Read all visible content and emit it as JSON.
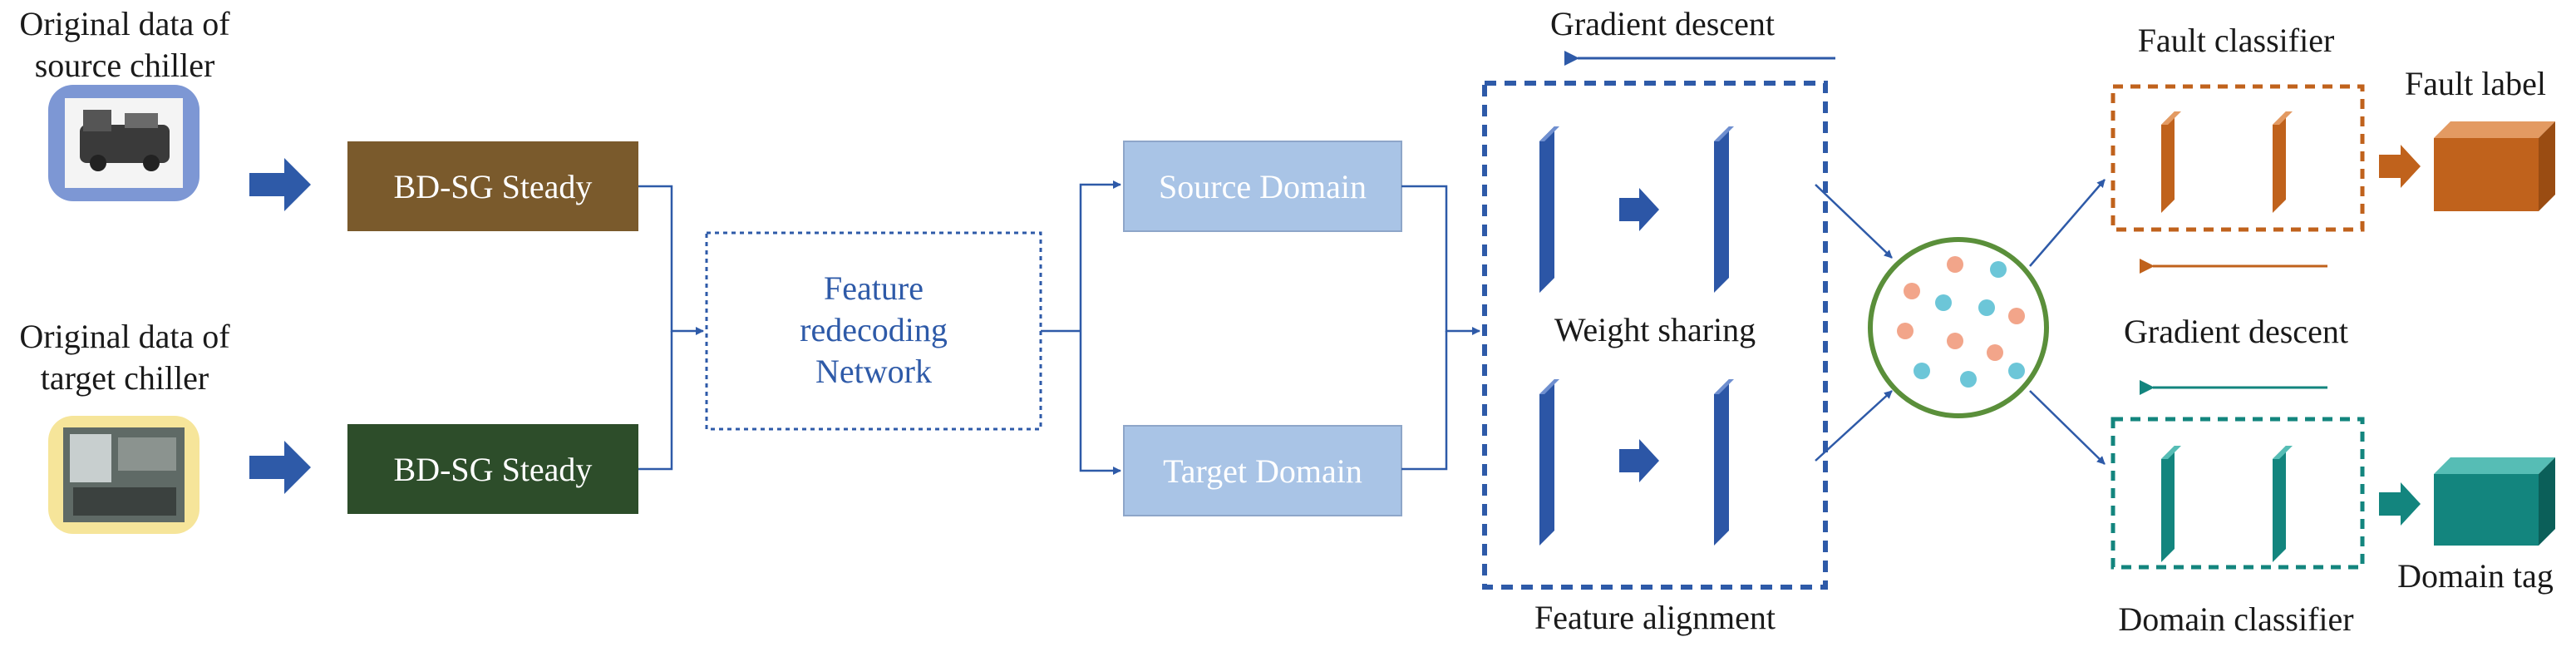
{
  "inputs": {
    "source_label_line1": "Original data of",
    "source_label_line2": "source chiller",
    "target_label_line1": "Original data of",
    "target_label_line2": "target chiller"
  },
  "preprocess": {
    "source_box": "BD-SG Steady",
    "target_box": "BD-SG Steady"
  },
  "network": {
    "line1": "Feature",
    "line2": "redecoding",
    "line3": "Network"
  },
  "domains": {
    "source": "Source Domain",
    "target": "Target Domain"
  },
  "alignment": {
    "top_gradient": "Gradient descent",
    "weight_sharing": "Weight sharing",
    "feature_alignment": "Feature alignment"
  },
  "classifiers": {
    "fault_classifier": "Fault classifier",
    "fault_label": "Fault label",
    "gradient": "Gradient descent",
    "domain_classifier": "Domain classifier",
    "domain_tag": "Domain tag"
  },
  "colors": {
    "blue_arrow": "#2e5aa8",
    "brown_box": "#7a5a2c",
    "green_box": "#2d4d2a",
    "light_blue_box": "#a9c4e6",
    "dark_blue_layer": "#2c56a6",
    "orange_layer": "#c0621c",
    "teal_layer": "#13857e",
    "circle_border": "#5a8f3a",
    "dot_orange": "#f2a58a",
    "dot_cyan": "#6cc6d8"
  }
}
